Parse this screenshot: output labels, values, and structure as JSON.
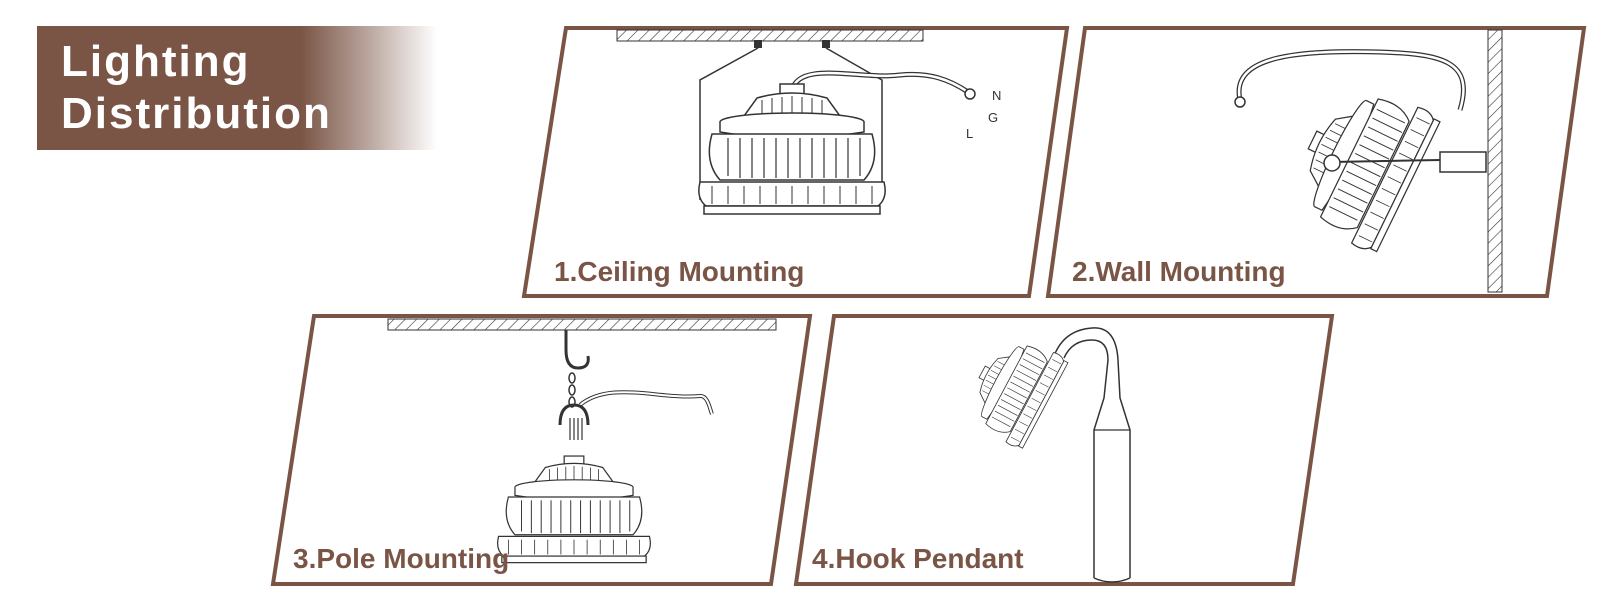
{
  "title": {
    "line1": "Lighting",
    "line2": "Distribution"
  },
  "colors": {
    "brand": "#7a5546",
    "line_art": "#333333",
    "background": "#ffffff"
  },
  "panels": [
    {
      "label": "1.Ceiling Mounting",
      "wire_labels": [
        "N",
        "G",
        "L"
      ]
    },
    {
      "label": "2.Wall Mounting"
    },
    {
      "label": "3.Pole Mounting"
    },
    {
      "label": "4.Hook Pendant"
    }
  ]
}
